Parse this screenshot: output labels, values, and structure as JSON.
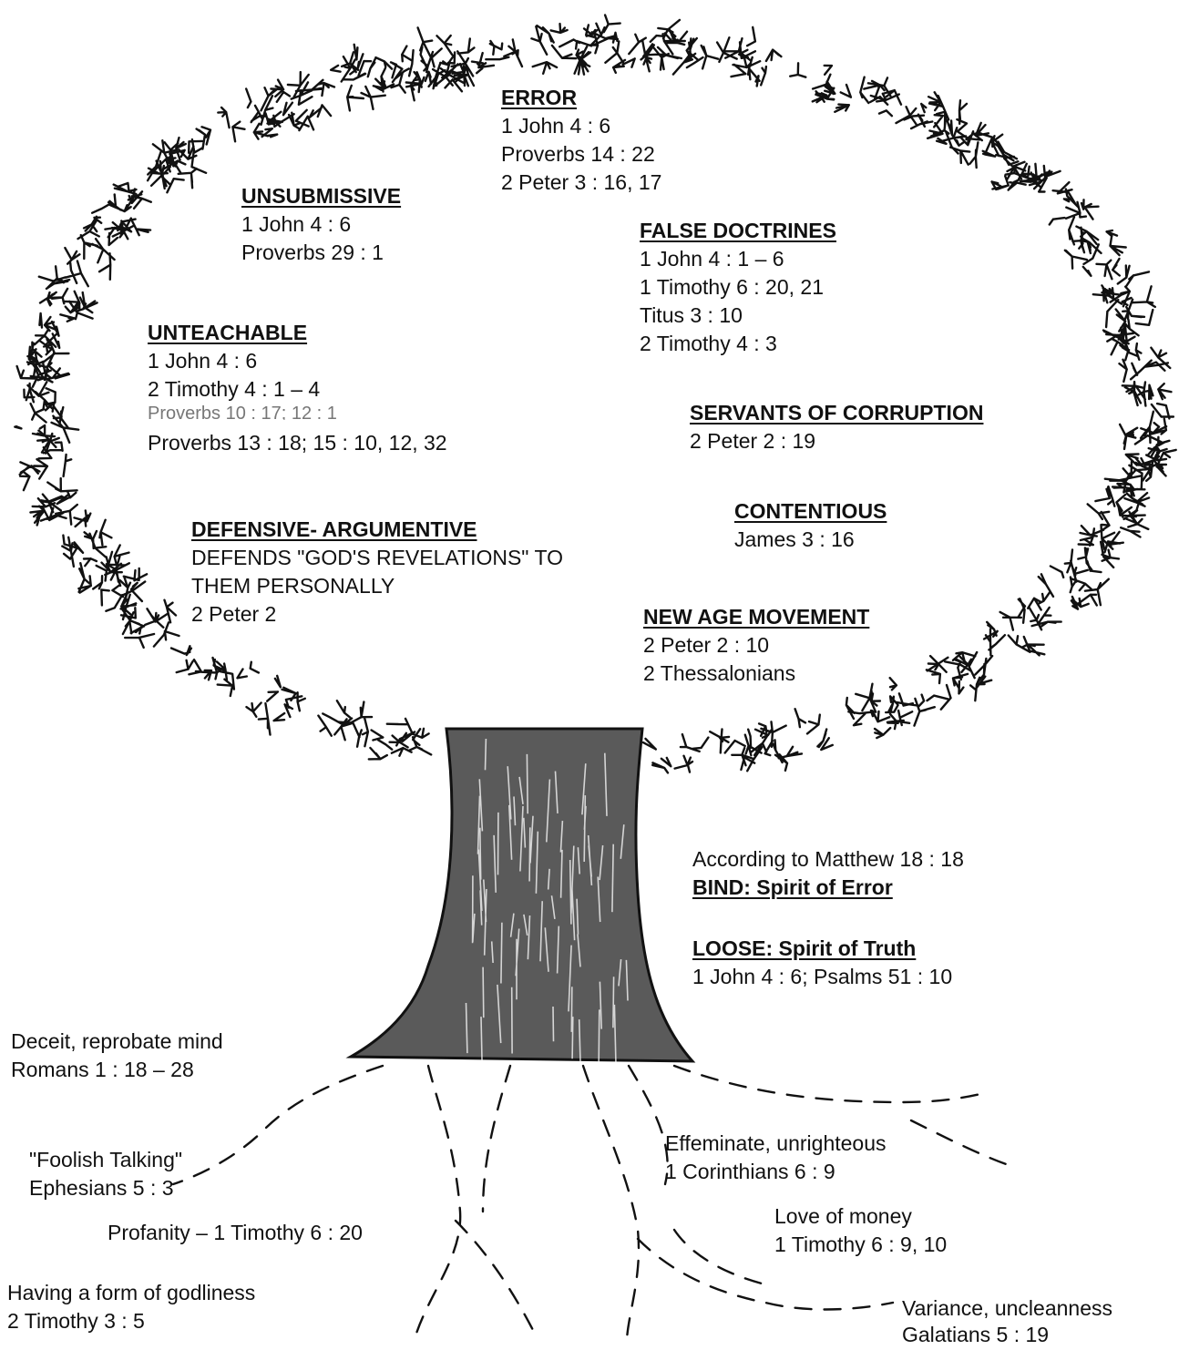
{
  "colors": {
    "ink": "#111111",
    "paper": "#ffffff"
  },
  "crown": {
    "error": {
      "heading": "ERROR",
      "refs": [
        "1 John 4 : 6",
        "Proverbs 14 : 22",
        "2 Peter 3 : 16, 17"
      ]
    },
    "unsubmissive": {
      "heading": "UNSUBMISSIVE",
      "refs": [
        "1 John 4 : 6",
        "Proverbs 29 : 1"
      ]
    },
    "false_doctrines": {
      "heading": "FALSE DOCTRINES",
      "refs": [
        "1 John 4 : 1 – 6",
        "1 Timothy 6 : 20, 21",
        "Titus 3 : 10",
        "2 Timothy 4 : 3"
      ]
    },
    "unteachable": {
      "heading": "UNTEACHABLE",
      "refs": [
        "1 John 4 : 6",
        "2 Timothy 4 : 1 – 4",
        "Proverbs 10 : 17; 12 : 1",
        "Proverbs 13 : 18; 15 : 10, 12, 32"
      ]
    },
    "servants": {
      "heading": "SERVANTS OF CORRUPTION",
      "refs": [
        "2 Peter 2 : 19"
      ]
    },
    "contentious": {
      "heading": "CONTENTIOUS",
      "refs": [
        "James 3 : 16"
      ]
    },
    "defensive": {
      "heading": "DEFENSIVE- ARGUMENTIVE",
      "lines": [
        "DEFENDS \"GOD'S REVELATIONS\" TO",
        "THEM PERSONALLY",
        "2 Peter 2"
      ]
    },
    "new_age": {
      "heading": "NEW AGE MOVEMENT",
      "refs": [
        "2 Peter 2 : 10",
        "2 Thessalonians"
      ]
    }
  },
  "instruction": {
    "intro": "According to Matthew 18 : 18",
    "bind": "BIND: Spirit of Error",
    "loose": "LOOSE: Spirit of Truth",
    "loose_refs": "1 John 4 : 6; Psalms 51 : 10"
  },
  "roots": {
    "deceit": [
      "Deceit, reprobate mind",
      "Romans 1 : 18 – 28"
    ],
    "foolish": [
      "\"Foolish Talking\"",
      "Ephesians 5 : 3"
    ],
    "profanity": [
      "Profanity – 1 Timothy 6 : 20"
    ],
    "form": [
      "Having a form of godliness",
      "2 Timothy 3 : 5"
    ],
    "effeminate": [
      "Effeminate, unrighteous",
      "1 Corinthians 6 : 9"
    ],
    "money": [
      "Love of money",
      "1 Timothy 6 : 9, 10"
    ],
    "variance": [
      "Variance, uncleanness",
      "Galatians 5 : 19"
    ]
  }
}
